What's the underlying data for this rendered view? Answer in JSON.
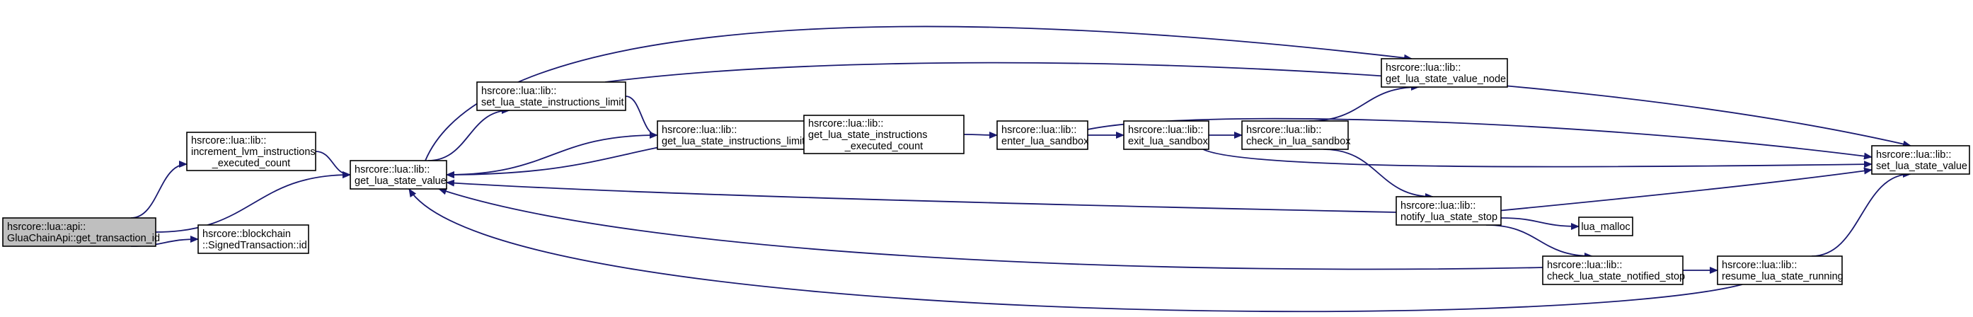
{
  "nodes": [
    {
      "id": "root",
      "lines": [
        "hsrcore::lua::api::",
        "GluaChainApi::get_transaction_id"
      ]
    },
    {
      "id": "incr",
      "lines": [
        "hsrcore::lua::lib::",
        "increment_lvm_instructions",
        "_executed_count"
      ]
    },
    {
      "id": "signed",
      "lines": [
        "hsrcore::blockchain",
        "::SignedTransaction::id"
      ]
    },
    {
      "id": "glsv",
      "lines": [
        "hsrcore::lua::lib::",
        "get_lua_state_value"
      ]
    },
    {
      "id": "setlim",
      "lines": [
        "hsrcore::lua::lib::",
        "set_lua_state_instructions_limit"
      ]
    },
    {
      "id": "getlim",
      "lines": [
        "hsrcore::lua::lib::",
        "get_lua_state_instructions_limit"
      ]
    },
    {
      "id": "getexec",
      "lines": [
        "hsrcore::lua::lib::",
        "get_lua_state_instructions",
        "_executed_count"
      ]
    },
    {
      "id": "enter",
      "lines": [
        "hsrcore::lua::lib::",
        "enter_lua_sandbox"
      ]
    },
    {
      "id": "exit",
      "lines": [
        "hsrcore::lua::lib::",
        "exit_lua_sandbox"
      ]
    },
    {
      "id": "checkin",
      "lines": [
        "hsrcore::lua::lib::",
        "check_in_lua_sandbox"
      ]
    },
    {
      "id": "valnode",
      "lines": [
        "hsrcore::lua::lib::",
        "get_lua_state_value_node"
      ]
    },
    {
      "id": "notify",
      "lines": [
        "hsrcore::lua::lib::",
        "notify_lua_state_stop"
      ]
    },
    {
      "id": "malloc",
      "lines": [
        "lua_malloc"
      ]
    },
    {
      "id": "checkstop",
      "lines": [
        "hsrcore::lua::lib::",
        "check_lua_state_notified_stop"
      ]
    },
    {
      "id": "resume",
      "lines": [
        "hsrcore::lua::lib::",
        "resume_lua_state_running"
      ]
    },
    {
      "id": "setval",
      "lines": [
        "hsrcore::lua::lib::",
        "set_lua_state_value"
      ]
    }
  ],
  "edges": [
    {
      "from": "root",
      "to": "incr"
    },
    {
      "from": "root",
      "to": "glsv"
    },
    {
      "from": "root",
      "to": "signed"
    },
    {
      "from": "incr",
      "to": "glsv"
    },
    {
      "from": "glsv",
      "to": "setlim"
    },
    {
      "from": "glsv",
      "to": "valnode"
    },
    {
      "from": "setlim",
      "to": "getlim"
    },
    {
      "from": "setlim",
      "to": "setval"
    },
    {
      "from": "getlim",
      "to": "glsv"
    },
    {
      "from": "getlim",
      "to": "getexec"
    },
    {
      "from": "getexec",
      "to": "glsv"
    },
    {
      "from": "getexec",
      "to": "enter"
    },
    {
      "from": "enter",
      "to": "exit"
    },
    {
      "from": "enter",
      "to": "setval"
    },
    {
      "from": "exit",
      "to": "checkin"
    },
    {
      "from": "exit",
      "to": "setval"
    },
    {
      "from": "checkin",
      "to": "valnode"
    },
    {
      "from": "checkin",
      "to": "notify"
    },
    {
      "from": "notify",
      "to": "glsv"
    },
    {
      "from": "notify",
      "to": "malloc"
    },
    {
      "from": "notify",
      "to": "checkstop"
    },
    {
      "from": "notify",
      "to": "setval"
    },
    {
      "from": "checkstop",
      "to": "glsv"
    },
    {
      "from": "checkstop",
      "to": "resume"
    },
    {
      "from": "resume",
      "to": "glsv"
    },
    {
      "from": "resume",
      "to": "setval"
    }
  ]
}
